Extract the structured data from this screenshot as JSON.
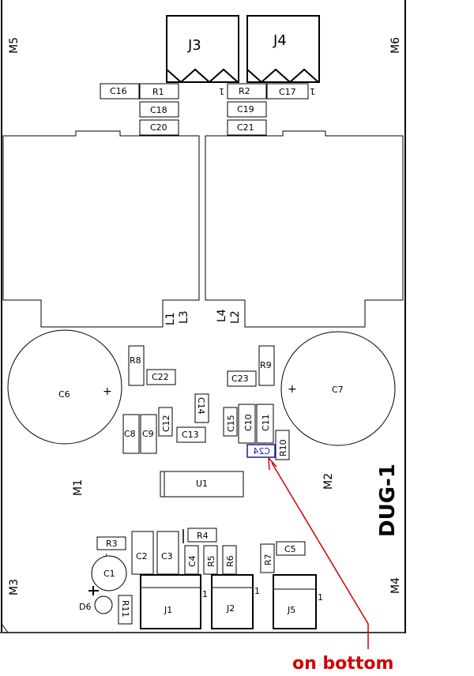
{
  "board_name": "DUG-1",
  "annotation": "on bottom",
  "colors": {
    "annotation": "#d40000",
    "outline": "#000000",
    "bottom_component": "#1a1aa0"
  },
  "mounting_holes": [
    "M5",
    "M6",
    "M1",
    "M2",
    "M3",
    "M4"
  ],
  "connectors": [
    "J3",
    "J4",
    "J1",
    "J2",
    "J5"
  ],
  "inductors": [
    "L1",
    "L3",
    "L4",
    "L2"
  ],
  "big_caps": [
    "C6",
    "C7",
    "C1"
  ],
  "labels": {
    "C16": "C16",
    "R1": "R1",
    "R2": "R2",
    "C17": "C17",
    "C18": "C18",
    "C19": "C19",
    "C20": "C20",
    "C21": "C21",
    "R8": "R8",
    "C22": "C22",
    "C23": "C23",
    "R9": "R9",
    "C14": "C14",
    "C12": "C12",
    "C8": "C8",
    "C9": "C9",
    "C13": "C13",
    "C15": "C15",
    "C10": "C10",
    "C11": "C11",
    "R10": "R10",
    "C24": "C24",
    "U1": "U1",
    "R3": "R3",
    "R4": "R4",
    "C2": "C2",
    "C3": "C3",
    "C4": "C4",
    "R5": "R5",
    "R6": "R6",
    "R7": "R7",
    "C5": "C5",
    "R11": "R11",
    "D6": "D6"
  },
  "pin_one_mark": "1",
  "polarity_mark": "+"
}
